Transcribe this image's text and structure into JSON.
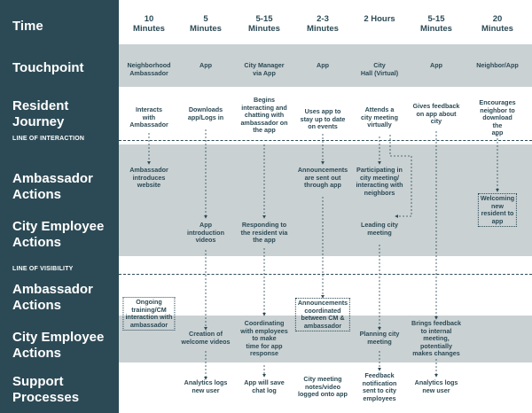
{
  "sidebar": {
    "time": "Time",
    "touchpoint": "Touchpoint",
    "resident_journey": "Resident\nJourney",
    "line_of_interaction": "LINE OF INTERACTION",
    "ambassador_actions": "Ambassador\nActions",
    "city_employee_actions": "City Employee\nActions",
    "line_of_visibility": "LINE OF VISIBILITY",
    "ambassador_actions_2": "Ambassador\nActions",
    "city_employee_actions_2": "City Employee\nActions",
    "support_processes": "Support\nProcesses"
  },
  "columns": [
    {
      "time": "10\nMinutes",
      "touchpoint": "Neighborhood\nAmbassador",
      "resident_journey": "Interacts\nwith\nAmbassador",
      "ambassador_actions": "Ambassador\nintroduces\nwebsite",
      "city_employee_actions": "",
      "ambassador_actions_2": "Ongoing\ntraining/CM\ninteraction with\nambassador",
      "city_employee_actions_2": "",
      "support_processes": ""
    },
    {
      "time": "5\nMinutes",
      "touchpoint": "App",
      "resident_journey": "Downloads\napp/Logs in",
      "ambassador_actions": "",
      "city_employee_actions": "App\nintroduction\nvideos",
      "ambassador_actions_2": "",
      "city_employee_actions_2": "Creation of\nwelcome videos",
      "support_processes": "Analytics logs\nnew user"
    },
    {
      "time": "5-15\nMinutes",
      "touchpoint": "City Manager\nvia App",
      "resident_journey": "Begins\ninteracting and\nchatting with\nambassador on\nthe app",
      "ambassador_actions": "",
      "city_employee_actions": "Responding to\nthe resident via\nthe app",
      "ambassador_actions_2": "",
      "city_employee_actions_2": "Coordinating\nwith employees\nto make\ntime for app\nresponse",
      "support_processes": "App will save\nchat log"
    },
    {
      "time": "2-3\nMinutes",
      "touchpoint": "App",
      "resident_journey": "Uses app to\nstay up to date\non events",
      "ambassador_actions": "Announcements\nare sent out\nthrough app",
      "city_employee_actions": "",
      "ambassador_actions_2": "Announcements\ncoordinated\nbetween CM &\nambassador",
      "city_employee_actions_2": "",
      "support_processes": "City meeting\nnotes/video\nlogged onto app"
    },
    {
      "time": "2 Hours",
      "touchpoint": "City\nHall (Virtual)",
      "resident_journey": "Attends a\ncity meeting\nvirtually",
      "ambassador_actions": "Participating in\ncity meeting/\ninteracting with\nneighbors",
      "city_employee_actions": "Leading city\nmeeting",
      "ambassador_actions_2": "",
      "city_employee_actions_2": "Planning city\nmeeting",
      "support_processes": "Feedback\nnotification\nsent to city\nemployees"
    },
    {
      "time": "5-15\nMinutes",
      "touchpoint": "App",
      "resident_journey": "Gives feedback\non app about\ncity",
      "ambassador_actions": "",
      "city_employee_actions": "",
      "ambassador_actions_2": "",
      "city_employee_actions_2": "Brings feedback\nto internal\nmeeting,\npotentially\nmakes changes",
      "support_processes": "Analytics logs\nnew user"
    },
    {
      "time": "20\nMinutes",
      "touchpoint": "Neighbor/App",
      "resident_journey": "Encourages\nneighbor to\ndownload the\napp",
      "ambassador_actions": "Welcoming\nnew resident to\napp",
      "city_employee_actions": "",
      "ambassador_actions_2": "",
      "city_employee_actions_2": "",
      "support_processes": ""
    }
  ],
  "colors": {
    "sidebar": "#2c4a55",
    "band": "#c9d1d3",
    "text": "#2c4a55",
    "sidebar_text": "#ffffff"
  }
}
